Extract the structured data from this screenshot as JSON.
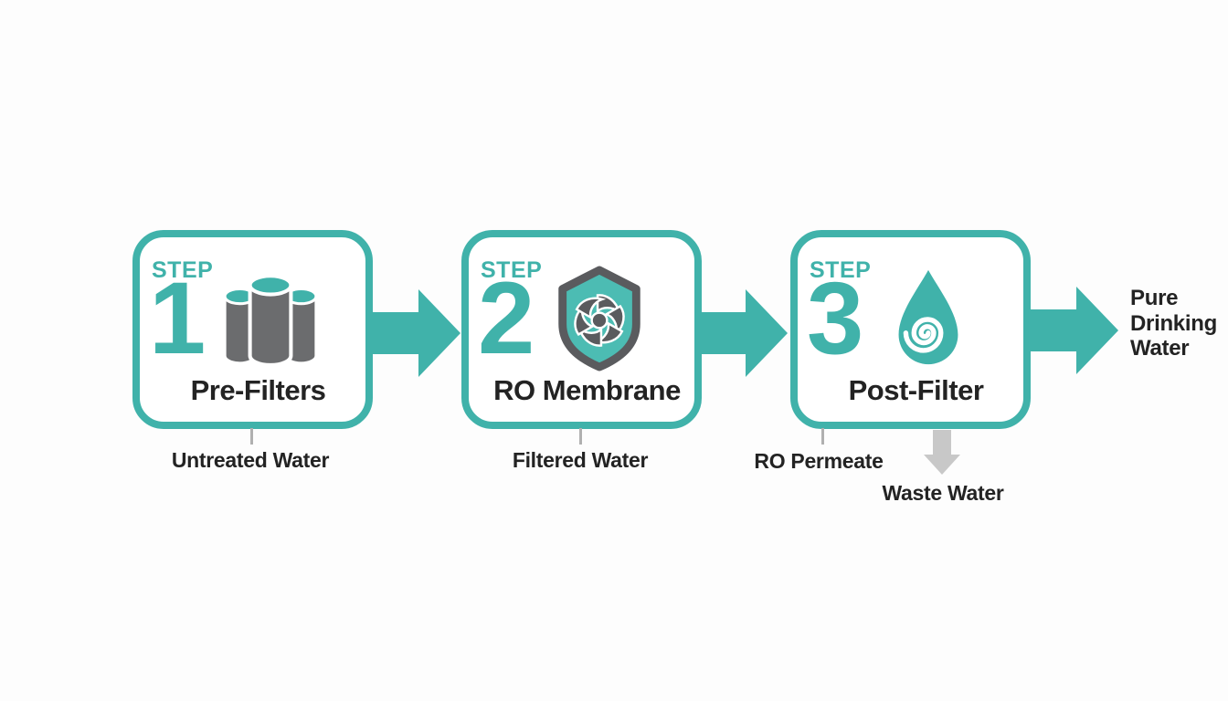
{
  "diagram": {
    "title_implied": "Reverse osmosis water purification steps",
    "colors": {
      "accent": "#40B2AA",
      "dark_text": "#232323",
      "icon_gray": "#6B6C6E",
      "shield_gray": "#5A5B5E",
      "connector_gray": "#B0B0B0",
      "waste_arrow_gray": "#C8C8C8",
      "background": "#FDFDFD"
    },
    "steps": [
      {
        "step_label": "STEP",
        "number": "1",
        "title": "Pre-Filters",
        "icon": "filter-cartridges-icon",
        "below_label": "Untreated Water"
      },
      {
        "step_label": "STEP",
        "number": "2",
        "title": "RO Membrane",
        "icon": "membrane-shield-icon",
        "below_label": "Filtered Water"
      },
      {
        "step_label": "STEP",
        "number": "3",
        "title": "Post-Filter",
        "icon": "water-drop-spiral-icon",
        "below_label": "RO Permeate",
        "waste_label": "Waste Water"
      }
    ],
    "final_output": "Pure Drinking Water"
  }
}
